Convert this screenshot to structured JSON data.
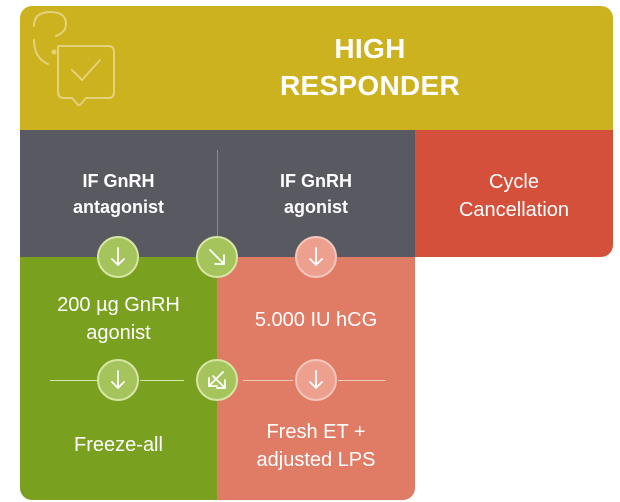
{
  "header": {
    "title_line1": "HIGH",
    "title_line2": "RESPONDER",
    "icon": "question-chat-icon"
  },
  "branches": {
    "antagonist": {
      "line1": "IF GnRH",
      "line2": "antagonist"
    },
    "agonist": {
      "line1": "IF GnRH",
      "line2": "agonist"
    },
    "cancellation": {
      "line1": "Cycle",
      "line2": "Cancellation"
    }
  },
  "steps": {
    "green_step1": {
      "line1": "200 µg GnRH",
      "line2": "agonist"
    },
    "salmon_step1": {
      "line1": "5.000 IU hCG"
    },
    "green_step2": {
      "line1": "Freeze-all"
    },
    "salmon_step2": {
      "line1": "Fresh ET +",
      "line2": "adjusted LPS"
    }
  },
  "colors": {
    "header": "#cdb220",
    "grey_band": "#585961",
    "cancellation": "#d4503b",
    "antagonist_column": "#7aa020",
    "agonist_column": "#e07c66",
    "arrow_green": "#a6c45c",
    "arrow_salmon": "#eea08f"
  }
}
